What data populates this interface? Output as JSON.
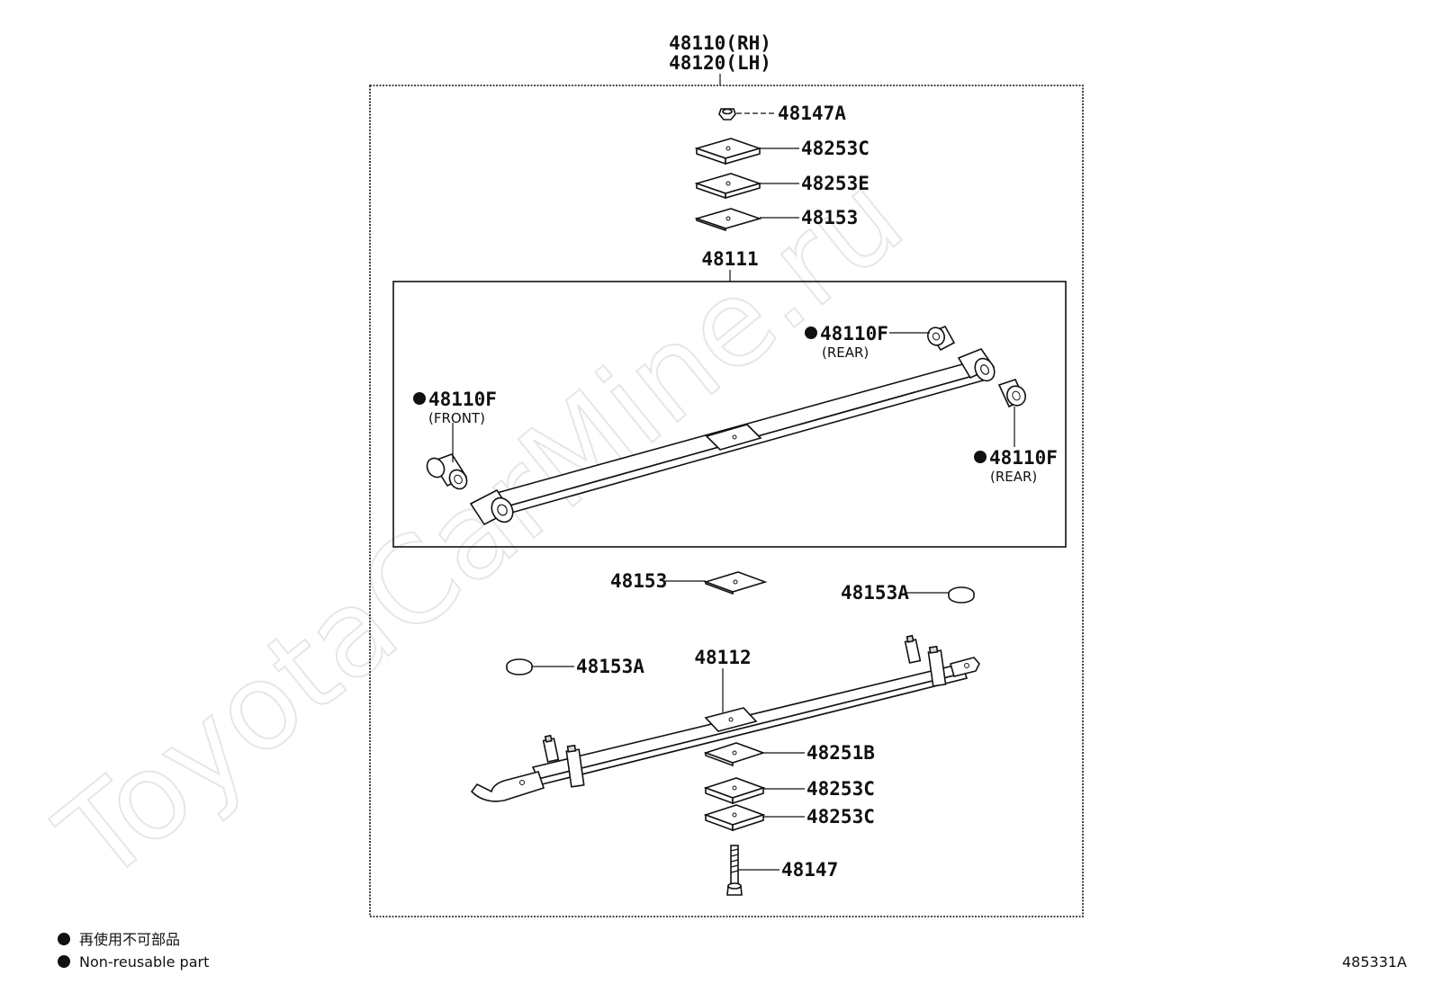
{
  "watermark": "ToyotaCarMine.ru",
  "assembly": {
    "rh": "48110(RH)",
    "lh": "48120(LH)"
  },
  "sub_assembly": "48111",
  "parts": {
    "p48147A": "48147A",
    "p48253C_top": "48253C",
    "p48253E": "48253E",
    "p48153_top": "48153",
    "p48110F_rear_top": "48110F",
    "p48110F_rear_top_note": "(REAR)",
    "p48110F_front": "48110F",
    "p48110F_front_note": "(FRONT)",
    "p48110F_rear_bottom": "48110F",
    "p48110F_rear_bottom_note": "(REAR)",
    "p48153_mid": "48153",
    "p48153A_right": "48153A",
    "p48153A_left": "48153A",
    "p48112": "48112",
    "p48251B": "48251B",
    "p48253C_a": "48253C",
    "p48253C_b": "48253C",
    "p48147": "48147"
  },
  "legend": {
    "jp": "再使用不可部品",
    "en": "Non-reusable part"
  },
  "figure_id": "485331A"
}
